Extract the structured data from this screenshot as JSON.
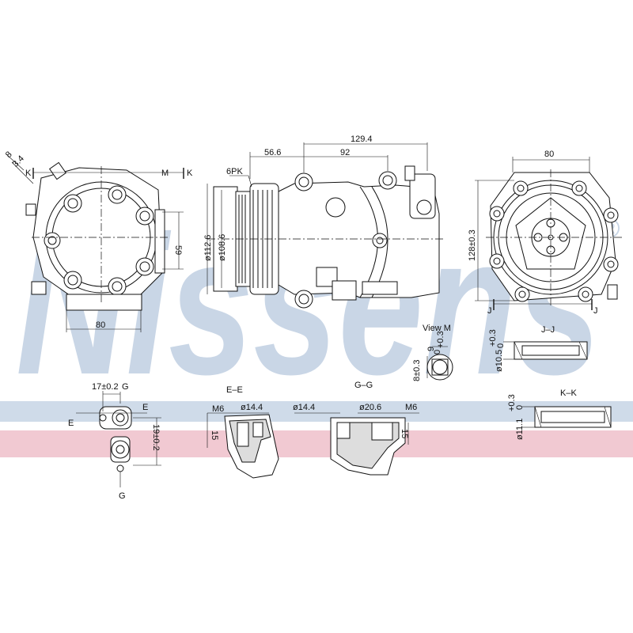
{
  "brand": {
    "watermark_text": "Nissens",
    "registered_mark": "®",
    "watermark_color": "#c9d6e6",
    "stripe_blue": "#cfdbe9",
    "stripe_pink": "#f1c9d2"
  },
  "views": {
    "side_left": {
      "dim_angle": "8",
      "dim_offset": "3.4",
      "section_k_left": "K",
      "section_m": "M",
      "section_k_right": "K",
      "dim_height": "59",
      "dim_width": "80"
    },
    "main": {
      "dim_total": "129.4",
      "dim_56": "56.6",
      "dim_92": "92",
      "belt": "6PK",
      "dia_pulley": "ø112.6",
      "dia_inner": "ø108.6"
    },
    "side_right": {
      "dim_width": "80",
      "dim_height": "128±0.3",
      "section_j_left": "J",
      "section_j_right": "J"
    },
    "view_m": {
      "title": "View  M",
      "dim_9": "9",
      "tol_9": "+0.3",
      "tol_9b": "0",
      "dim_8": "8±0.3"
    },
    "section_jj": {
      "title": "J–J",
      "dim": "ø10.5",
      "tol": "+0.3",
      "tol2": "0"
    },
    "port_g": {
      "dim_17": "17±0.2",
      "section_g_top": "G",
      "section_e_left": "E",
      "section_e_right": "E",
      "dim_19": "19±0.2",
      "section_g_bottom": "G"
    },
    "section_ee": {
      "title": "E–E",
      "thread": "M6",
      "dia": "ø14.4",
      "dim_15": "15"
    },
    "section_gg": {
      "title": "G–G",
      "dia_14": "ø14.4",
      "dia_20": "ø20.6",
      "thread": "M6",
      "dim_15": "15"
    },
    "section_kk": {
      "title": "K–K",
      "dia": "ø11.1",
      "tol": "+0.3",
      "tol2": "0"
    }
  }
}
